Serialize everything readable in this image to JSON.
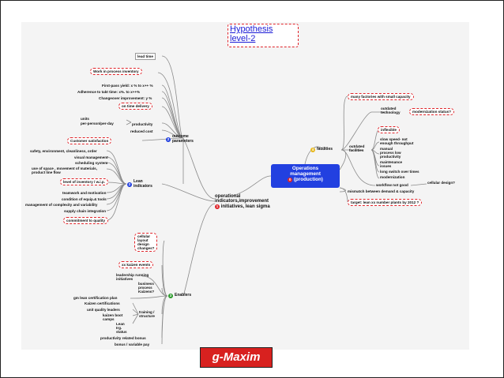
{
  "title": {
    "line1": "Hypothesis",
    "line2": "level-2"
  },
  "center": {
    "line1": "Operations",
    "line2": "management",
    "line3": "(production)",
    "num": "0"
  },
  "ops_node": {
    "line1": "operational",
    "line2": "indicators,improvement",
    "line3": "initiatives, lean sigma",
    "num": "1"
  },
  "facilities": {
    "label": "facilities",
    "num": "4"
  },
  "outcome": {
    "label": "outcome parameters",
    "num": "2"
  },
  "lean": {
    "label": "Lean indicators",
    "num": "2"
  },
  "enablers": {
    "label": "Enablers",
    "num": "3"
  },
  "left_items": {
    "lead_time": "lead time",
    "wip": "Work in process inventory",
    "first_pass": "First-pass yield: x % to x++ %",
    "adherence": "Adherence to takt time: x%. to x++%",
    "changeover": "Changeover improvement: y %",
    "on_time": "on time delivery",
    "units": "units",
    "per_person": "per-person/per-day",
    "productivity": "productivity",
    "reduced_cost": "reduced cost",
    "customer": "Customer satisfaction",
    "safety": "safety, environment, cleanliness, order",
    "visual": "visual management",
    "scheduling": "scheduling system",
    "space": "use of space , movement of materials,",
    "product_flow": "product line flow",
    "inventory_level": "level of inventory / w.i.p.",
    "teamwork": "teamwork and motivation",
    "condition": "condition of equip.& tools",
    "complexity": "management of complexity and variability",
    "supply": "supply chain integration",
    "quality": "commitment to quality"
  },
  "enabler_items": {
    "cellular1": "cellular",
    "cellular2": "layout",
    "cellular3": "design",
    "cellular4": "changes?",
    "kaizen_events": "xx kaizen events",
    "leadership1": "leadership running",
    "leadership2": "initiatives",
    "business1": "business",
    "business2": "process",
    "business3": "Kaizens?",
    "gm_lean": "gm lean certification plan",
    "kaizen_cert": "Kaizen certifications",
    "unit_quality": "unit quality leaders",
    "kaizen_boot1": "kaizen boot",
    "kaizen_boot2": "camps",
    "lean_lvl1": "Lean",
    "lean_lvl2": "Irg.",
    "lean_lvl3": "status",
    "training1": "training /",
    "training2": "structure",
    "bonus": "productivity related bonus",
    "variable": "bonus / variable pay"
  },
  "right_items": {
    "factories": "many factories with small capacity",
    "outdated_tech1": "outdated",
    "outdated_tech2": "technology",
    "modernization": "modernization status?",
    "inflexible": "inflexible",
    "slow1": "slow speed- not",
    "slow2": "enough throughput",
    "manual1": "manual",
    "manual2": "process low",
    "manual3": "productivity",
    "maintenance1": "maintenance",
    "maintenance2": "issues",
    "long_switch": "long switch over times",
    "modernization2": "modernization",
    "outdated_fac1": "outdated",
    "outdated_fac2": "facilities",
    "workflow": "workflow not good",
    "cellular_design": "cellular design?",
    "mismatch": "mismatch between demand & capacity",
    "target": "target: lean xx number plants by 2012 ?"
  },
  "logo": "g-Maxim",
  "colors": {
    "highlight": "#e0242a",
    "center": "#2240e0",
    "title": "#1b1bd6",
    "logo": "#d8211f"
  }
}
